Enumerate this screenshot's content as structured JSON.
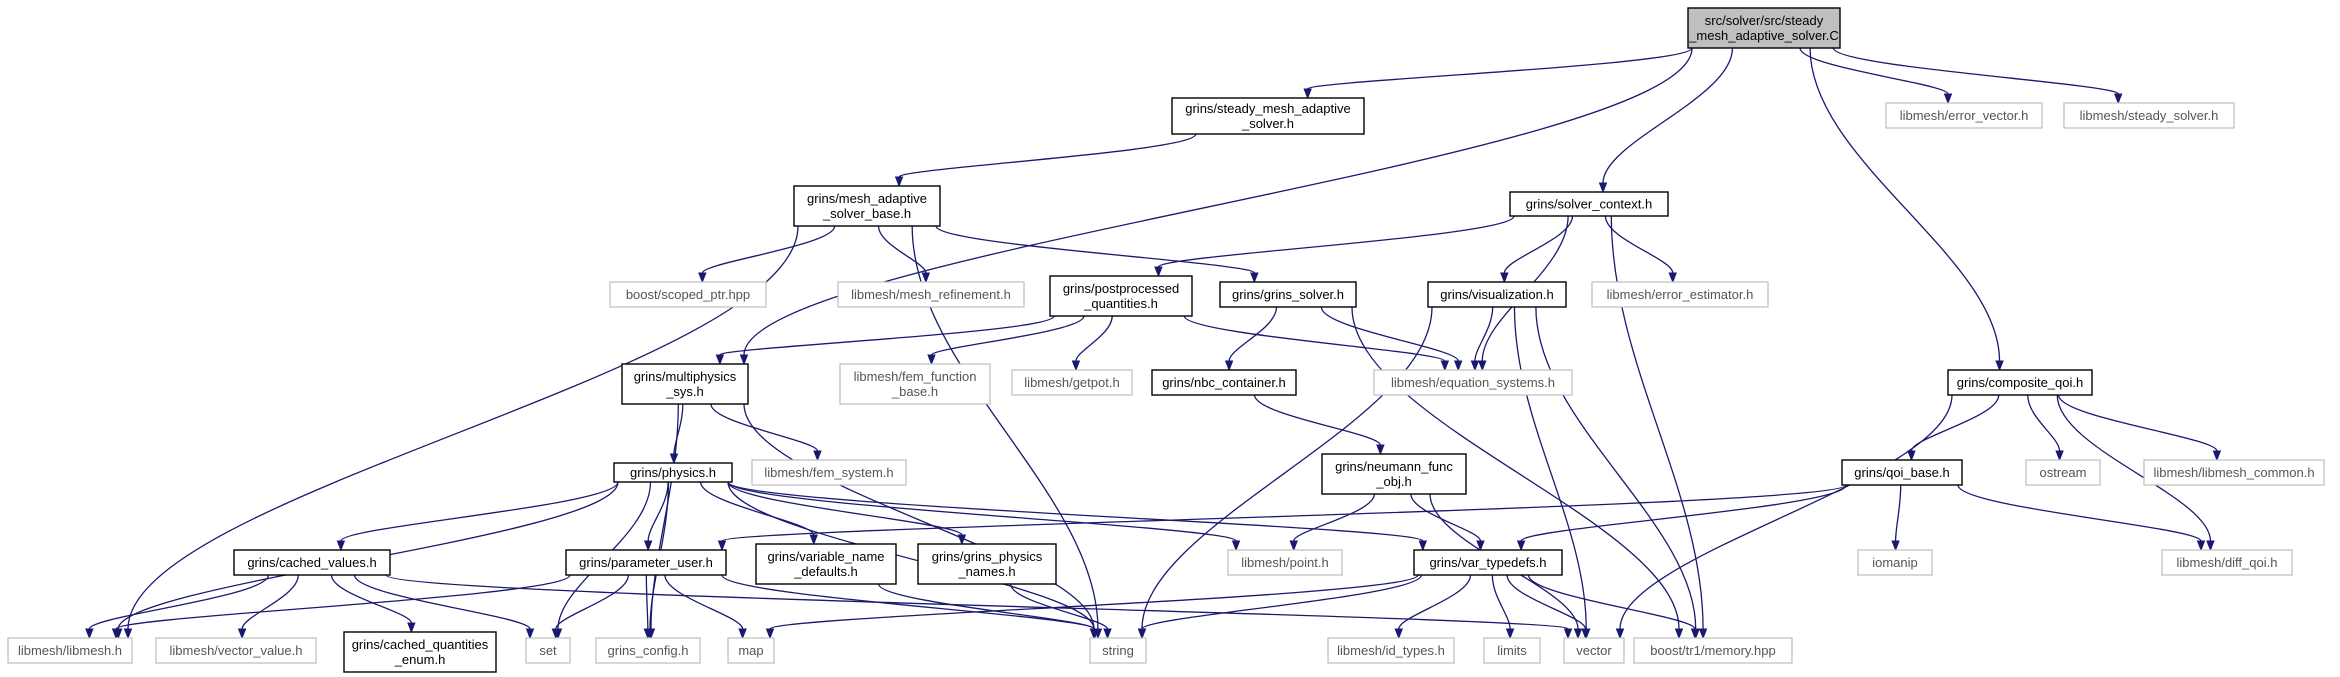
{
  "graph": {
    "nodes": [
      {
        "id": "root",
        "kind": "root",
        "lines": [
          "src/solver/src/steady",
          "_mesh_adaptive_solver.C"
        ]
      },
      {
        "id": "steady_mesh",
        "kind": "doc",
        "lines": [
          "grins/steady_mesh_adaptive",
          "_solver.h"
        ]
      },
      {
        "id": "error_vector",
        "kind": "ext",
        "lines": [
          "libmesh/error_vector.h"
        ]
      },
      {
        "id": "steady_solver",
        "kind": "ext",
        "lines": [
          "libmesh/steady_solver.h"
        ]
      },
      {
        "id": "mesh_adaptive_base",
        "kind": "doc",
        "lines": [
          "grins/mesh_adaptive",
          "_solver_base.h"
        ]
      },
      {
        "id": "solver_context",
        "kind": "doc",
        "lines": [
          "grins/solver_context.h"
        ]
      },
      {
        "id": "scoped_ptr",
        "kind": "ext",
        "lines": [
          "boost/scoped_ptr.hpp"
        ]
      },
      {
        "id": "mesh_refinement",
        "kind": "ext",
        "lines": [
          "libmesh/mesh_refinement.h"
        ]
      },
      {
        "id": "postprocessed",
        "kind": "doc",
        "lines": [
          "grins/postprocessed",
          "_quantities.h"
        ]
      },
      {
        "id": "grins_solver",
        "kind": "doc",
        "lines": [
          "grins/grins_solver.h"
        ]
      },
      {
        "id": "visualization",
        "kind": "doc",
        "lines": [
          "grins/visualization.h"
        ]
      },
      {
        "id": "error_estimator",
        "kind": "ext",
        "lines": [
          "libmesh/error_estimator.h"
        ]
      },
      {
        "id": "multiphysics",
        "kind": "doc",
        "lines": [
          "grins/multiphysics",
          "_sys.h"
        ]
      },
      {
        "id": "fem_function_base",
        "kind": "ext",
        "lines": [
          "libmesh/fem_function",
          "_base.h"
        ]
      },
      {
        "id": "getpot",
        "kind": "ext",
        "lines": [
          "libmesh/getpot.h"
        ]
      },
      {
        "id": "nbc_container",
        "kind": "doc",
        "lines": [
          "grins/nbc_container.h"
        ]
      },
      {
        "id": "equation_systems",
        "kind": "ext",
        "lines": [
          "libmesh/equation_systems.h"
        ]
      },
      {
        "id": "composite_qoi",
        "kind": "doc",
        "lines": [
          "grins/composite_qoi.h"
        ]
      },
      {
        "id": "fem_system",
        "kind": "ext",
        "lines": [
          "libmesh/fem_system.h"
        ]
      },
      {
        "id": "physics",
        "kind": "doc",
        "lines": [
          "grins/physics.h"
        ]
      },
      {
        "id": "neumann_func",
        "kind": "doc",
        "lines": [
          "grins/neumann_func",
          "_obj.h"
        ]
      },
      {
        "id": "qoi_base",
        "kind": "doc",
        "lines": [
          "grins/qoi_base.h"
        ]
      },
      {
        "id": "ostream",
        "kind": "ext",
        "lines": [
          "ostream"
        ]
      },
      {
        "id": "libmesh_common",
        "kind": "ext",
        "lines": [
          "libmesh/libmesh_common.h"
        ]
      },
      {
        "id": "cached_values",
        "kind": "doc",
        "lines": [
          "grins/cached_values.h"
        ]
      },
      {
        "id": "parameter_user",
        "kind": "doc",
        "lines": [
          "grins/parameter_user.h"
        ]
      },
      {
        "id": "variable_name_defaults",
        "kind": "doc",
        "lines": [
          "grins/variable_name",
          "_defaults.h"
        ]
      },
      {
        "id": "grins_physics_names",
        "kind": "doc",
        "lines": [
          "grins/grins_physics",
          "_names.h"
        ]
      },
      {
        "id": "point",
        "kind": "ext",
        "lines": [
          "libmesh/point.h"
        ]
      },
      {
        "id": "var_typedefs",
        "kind": "doc",
        "lines": [
          "grins/var_typedefs.h"
        ]
      },
      {
        "id": "iomanip",
        "kind": "ext",
        "lines": [
          "iomanip"
        ]
      },
      {
        "id": "diff_qoi",
        "kind": "ext",
        "lines": [
          "libmesh/diff_qoi.h"
        ]
      },
      {
        "id": "libmesh",
        "kind": "ext",
        "lines": [
          "libmesh/libmesh.h"
        ]
      },
      {
        "id": "vector_value",
        "kind": "ext",
        "lines": [
          "libmesh/vector_value.h"
        ]
      },
      {
        "id": "cached_quantities_enum",
        "kind": "doc",
        "lines": [
          "grins/cached_quantities",
          "_enum.h"
        ]
      },
      {
        "id": "set",
        "kind": "ext",
        "lines": [
          "set"
        ]
      },
      {
        "id": "grins_config",
        "kind": "ext",
        "lines": [
          "grins_config.h"
        ]
      },
      {
        "id": "map",
        "kind": "ext",
        "lines": [
          "map"
        ]
      },
      {
        "id": "string",
        "kind": "ext",
        "lines": [
          "string"
        ]
      },
      {
        "id": "id_types",
        "kind": "ext",
        "lines": [
          "libmesh/id_types.h"
        ]
      },
      {
        "id": "limits",
        "kind": "ext",
        "lines": [
          "limits"
        ]
      },
      {
        "id": "vector",
        "kind": "ext",
        "lines": [
          "vector"
        ]
      },
      {
        "id": "memory",
        "kind": "ext",
        "lines": [
          "boost/tr1/memory.hpp"
        ]
      }
    ],
    "edges": [
      [
        "root",
        "steady_mesh"
      ],
      [
        "root",
        "error_vector"
      ],
      [
        "root",
        "steady_solver"
      ],
      [
        "root",
        "multiphysics"
      ],
      [
        "root",
        "solver_context"
      ],
      [
        "root",
        "composite_qoi"
      ],
      [
        "steady_mesh",
        "mesh_adaptive_base"
      ],
      [
        "mesh_adaptive_base",
        "libmesh"
      ],
      [
        "mesh_adaptive_base",
        "scoped_ptr"
      ],
      [
        "mesh_adaptive_base",
        "mesh_refinement"
      ],
      [
        "mesh_adaptive_base",
        "grins_solver"
      ],
      [
        "mesh_adaptive_base",
        "string"
      ],
      [
        "solver_context",
        "postprocessed"
      ],
      [
        "solver_context",
        "visualization"
      ],
      [
        "solver_context",
        "error_estimator"
      ],
      [
        "solver_context",
        "equation_systems"
      ],
      [
        "solver_context",
        "memory"
      ],
      [
        "postprocessed",
        "multiphysics"
      ],
      [
        "postprocessed",
        "fem_function_base"
      ],
      [
        "postprocessed",
        "getpot"
      ],
      [
        "postprocessed",
        "equation_systems"
      ],
      [
        "grins_solver",
        "nbc_container"
      ],
      [
        "grins_solver",
        "equation_systems"
      ],
      [
        "grins_solver",
        "memory"
      ],
      [
        "visualization",
        "equation_systems"
      ],
      [
        "visualization",
        "string"
      ],
      [
        "visualization",
        "vector"
      ],
      [
        "visualization",
        "memory"
      ],
      [
        "multiphysics",
        "physics"
      ],
      [
        "multiphysics",
        "fem_system"
      ],
      [
        "multiphysics",
        "grins_config"
      ],
      [
        "multiphysics",
        "string"
      ],
      [
        "nbc_container",
        "neumann_func"
      ],
      [
        "neumann_func",
        "point"
      ],
      [
        "neumann_func",
        "var_typedefs"
      ],
      [
        "neumann_func",
        "vector"
      ],
      [
        "composite_qoi",
        "qoi_base"
      ],
      [
        "composite_qoi",
        "ostream"
      ],
      [
        "composite_qoi",
        "libmesh_common"
      ],
      [
        "composite_qoi",
        "diff_qoi"
      ],
      [
        "composite_qoi",
        "vector"
      ],
      [
        "physics",
        "libmesh"
      ],
      [
        "physics",
        "cached_values"
      ],
      [
        "physics",
        "parameter_user"
      ],
      [
        "physics",
        "variable_name_defaults"
      ],
      [
        "physics",
        "grins_physics_names"
      ],
      [
        "physics",
        "point"
      ],
      [
        "physics",
        "var_typedefs"
      ],
      [
        "physics",
        "set"
      ],
      [
        "physics",
        "grins_config"
      ],
      [
        "physics",
        "string"
      ],
      [
        "qoi_base",
        "parameter_user"
      ],
      [
        "qoi_base",
        "var_typedefs"
      ],
      [
        "qoi_base",
        "iomanip"
      ],
      [
        "qoi_base",
        "diff_qoi"
      ],
      [
        "cached_values",
        "libmesh"
      ],
      [
        "cached_values",
        "vector_value"
      ],
      [
        "cached_values",
        "cached_quantities_enum"
      ],
      [
        "cached_values",
        "set"
      ],
      [
        "cached_values",
        "vector"
      ],
      [
        "parameter_user",
        "libmesh"
      ],
      [
        "parameter_user",
        "set"
      ],
      [
        "parameter_user",
        "grins_config"
      ],
      [
        "parameter_user",
        "map"
      ],
      [
        "parameter_user",
        "string"
      ],
      [
        "variable_name_defaults",
        "string"
      ],
      [
        "grins_physics_names",
        "string"
      ],
      [
        "var_typedefs",
        "map"
      ],
      [
        "var_typedefs",
        "string"
      ],
      [
        "var_typedefs",
        "id_types"
      ],
      [
        "var_typedefs",
        "limits"
      ],
      [
        "var_typedefs",
        "vector"
      ],
      [
        "var_typedefs",
        "memory"
      ]
    ]
  }
}
